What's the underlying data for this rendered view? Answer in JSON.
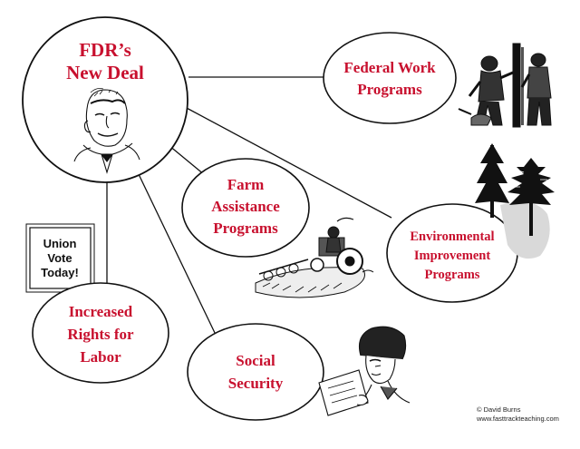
{
  "colors": {
    "label": "#c8102e",
    "ink": "#111111",
    "background": "#ffffff"
  },
  "center": {
    "title_line1": "FDR’s",
    "title_line2": "New Deal"
  },
  "nodes": {
    "federal_work": {
      "line1": "Federal Work",
      "line2": "Programs"
    },
    "farm": {
      "line1": "Farm",
      "line2": "Assistance",
      "line3": "Programs"
    },
    "environmental": {
      "line1": "Environmental",
      "line2": "Improvement",
      "line3": "Programs"
    },
    "labor": {
      "line1": "Increased",
      "line2": "Rights for",
      "line3": "Labor"
    },
    "social": {
      "line1": "Social",
      "line2": "Security"
    }
  },
  "sign": {
    "line1": "Union",
    "line2": "Vote",
    "line3": "Today!"
  },
  "credit": {
    "line1": "© David Burns",
    "line2": "www.fasttrackteaching.com"
  },
  "icons": [
    "fdr-portrait-icon",
    "workers-icon",
    "pine-trees-icon",
    "tractor-icon",
    "woman-reading-icon",
    "union-sign-icon"
  ]
}
